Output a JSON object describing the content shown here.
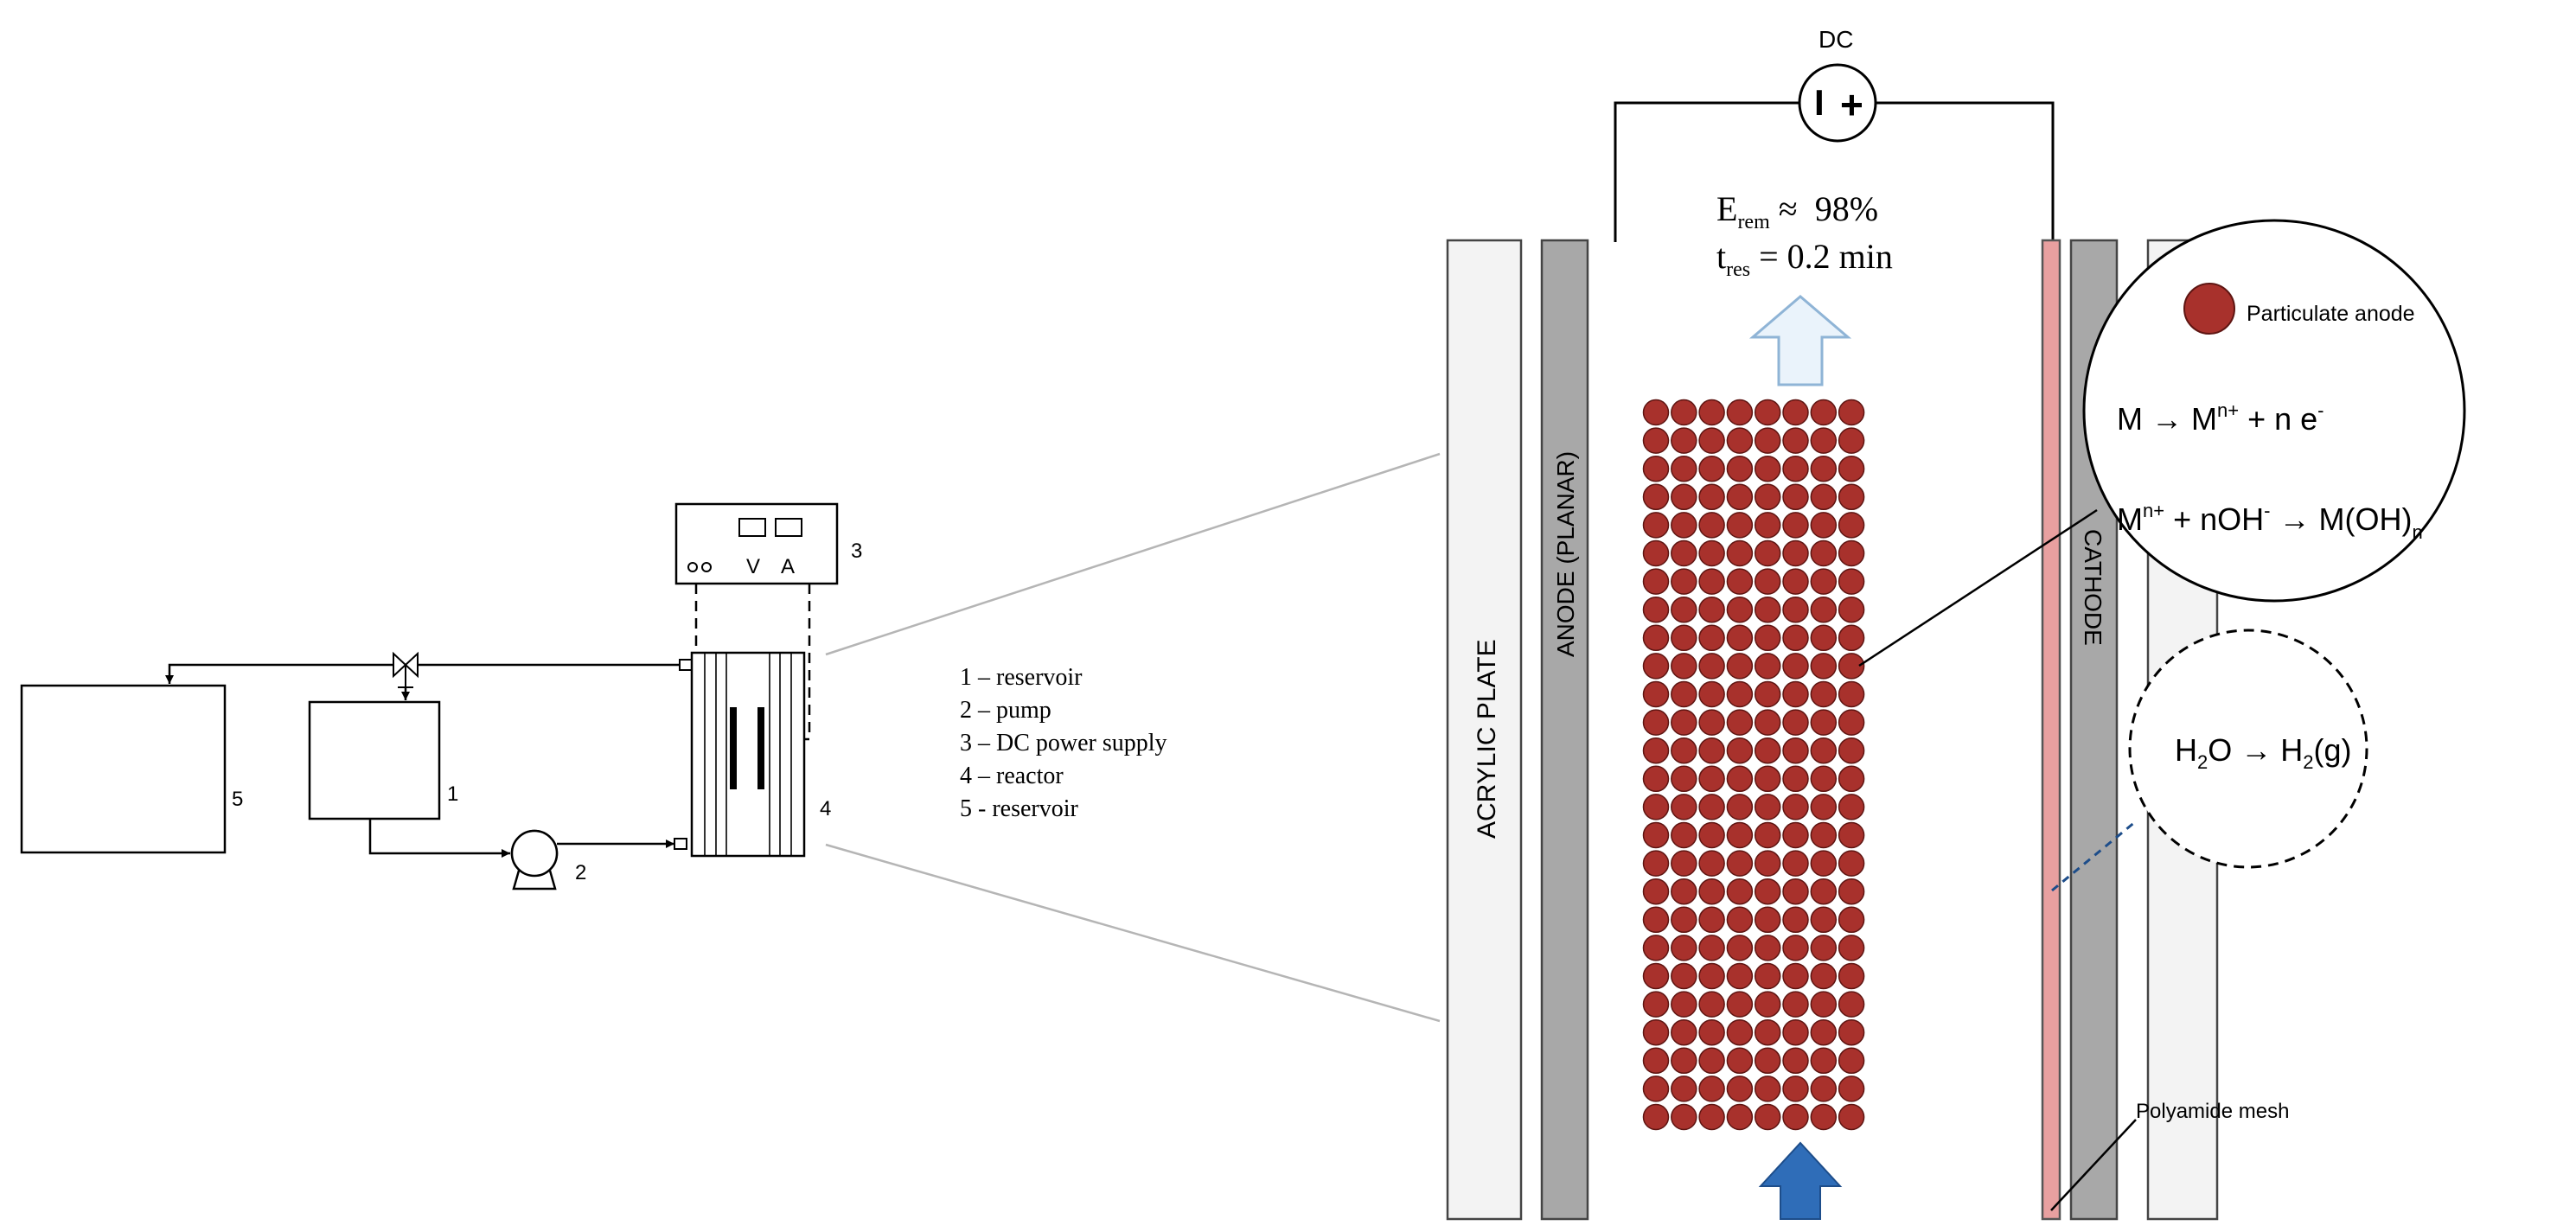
{
  "process": {
    "numbers": {
      "n1": "1",
      "n2": "2",
      "n3": "3",
      "n4": "4",
      "n5": "5"
    },
    "meter_v": "V",
    "meter_a": "A",
    "legend": [
      "1 – reservoir",
      "2 – pump",
      "3 – DC power supply",
      "4 – reactor",
      "5 - reservoir"
    ]
  },
  "cell": {
    "dc_label": "DC",
    "dc_minus": "I",
    "dc_plus": "+",
    "efficiency": {
      "symbol": "E",
      "subscript": "rem",
      "text": " ≈  98%"
    },
    "residence": {
      "symbol": "t",
      "subscript": "res",
      "text": " = 0.2 min"
    },
    "acrylic_label": "ACRYLIC PLATE",
    "anode_label": "ANODE (PLANAR)",
    "cathode_label": "CATHODE",
    "mesh_label": "Polyamide mesh",
    "particle_grid": {
      "rows": 26,
      "cols": 8
    },
    "colors": {
      "particle": "#a8312c",
      "particle_edge": "#5e1512",
      "electrode": "#a8a8a8",
      "mesh": "#e8a0a0",
      "arrow_up_fill": "#eaf3fb",
      "arrow_in": "#2f6db8"
    }
  },
  "bubble": {
    "particulate_label": "Particulate anode",
    "reaction1": {
      "lhs": "M → M",
      "sup1": "n+",
      "rhs": " + n e",
      "sup2": "-"
    },
    "reaction2": {
      "p1": "M",
      "sup1": "n+",
      "p2": " + nOH",
      "sup2": "-",
      "p3": " → M(OH)",
      "sub": "n"
    },
    "reaction3": {
      "p1": "H",
      "sub1": "2",
      "p2": "O → H",
      "sub2": "2",
      "p3": "(g)"
    }
  }
}
